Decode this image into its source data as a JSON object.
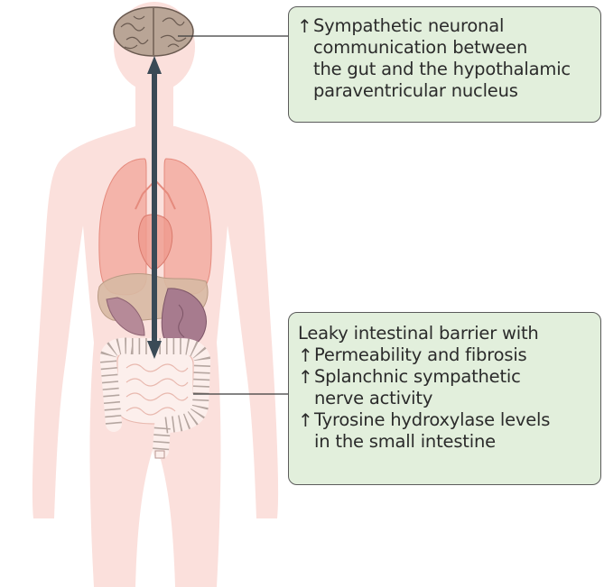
{
  "brain_box": {
    "arrow": "↑",
    "lines": [
      "Sympathetic neuronal",
      "communication between",
      "the gut and the hypothalamic",
      "paraventricular nucleus"
    ]
  },
  "gut_box": {
    "heading": "Leaky intestinal barrier with",
    "items": [
      {
        "arrow": "↑",
        "lines": [
          "Permeability and fibrosis"
        ]
      },
      {
        "arrow": "↑",
        "lines": [
          "Splanchnic sympathetic",
          "nerve activity"
        ]
      },
      {
        "arrow": "↑",
        "lines": [
          "Tyrosine hydroxylase levels",
          "in the small intestine"
        ]
      }
    ]
  },
  "colors": {
    "body_silhouette": "#fbe0dc",
    "lungs": "#f2a69a",
    "liver": "#d7b9a3",
    "stomach": "#a77b8e",
    "intestine": "#fcefec",
    "callout_fill": "#e2efdc",
    "connector_arrow": "#3a4a56"
  }
}
